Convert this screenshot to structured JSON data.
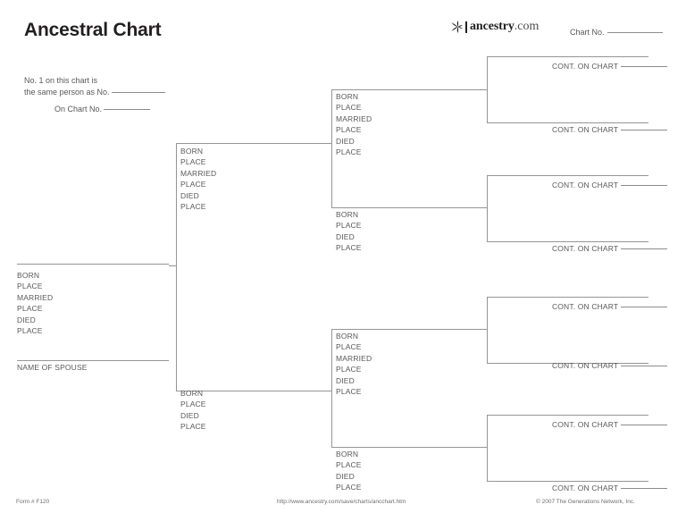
{
  "document": {
    "title": "Ancestral Chart",
    "logo": {
      "mark": "ancestry-leaf-icon",
      "word": "ancestry",
      "tld": ".com"
    },
    "chart_no_label": "Chart No.",
    "note": {
      "line1": "No. 1 on this chart is",
      "line2": "the same person as No.",
      "line3": "On Chart No."
    },
    "footer": {
      "form": "Form # F120",
      "url": "http://www.ancestry.com/save/charts/ancchart.htm",
      "copyright": "© 2007 The Generations Network, Inc."
    }
  },
  "labels": {
    "born": "BORN",
    "place": "PLACE",
    "married": "MARRIED",
    "died": "DIED",
    "name_of_spouse": "NAME OF SPOUSE",
    "cont_on_chart": "CONT. ON CHART"
  },
  "person_blocks": {
    "full": [
      "BORN",
      "PLACE",
      "MARRIED",
      "PLACE",
      "DIED",
      "PLACE"
    ],
    "short": [
      "BORN",
      "PLACE",
      "DIED",
      "PLACE"
    ]
  },
  "generations": {
    "g1": [
      {
        "id": "p1",
        "type": "full",
        "spouse_label": "NAME OF SPOUSE"
      }
    ],
    "g2": [
      {
        "id": "p2",
        "type": "full"
      },
      {
        "id": "p3",
        "type": "short"
      }
    ],
    "g3": [
      {
        "id": "p4",
        "type": "full"
      },
      {
        "id": "p5",
        "type": "short"
      },
      {
        "id": "p6",
        "type": "full"
      },
      {
        "id": "p7",
        "type": "short"
      }
    ],
    "g4": [
      {
        "id": "p8",
        "cont": "CONT. ON CHART"
      },
      {
        "id": "p9",
        "cont": "CONT. ON CHART"
      },
      {
        "id": "p10",
        "cont": "CONT. ON CHART"
      },
      {
        "id": "p11",
        "cont": "CONT. ON CHART"
      },
      {
        "id": "p12",
        "cont": "CONT. ON CHART"
      },
      {
        "id": "p13",
        "cont": "CONT. ON CHART"
      },
      {
        "id": "p14",
        "cont": "CONT. ON CHART"
      },
      {
        "id": "p15",
        "cont": "CONT. ON CHART"
      }
    ]
  },
  "colors": {
    "rule": "#939598",
    "text": "#58595b",
    "title": "#231f20",
    "background": "#ffffff"
  }
}
